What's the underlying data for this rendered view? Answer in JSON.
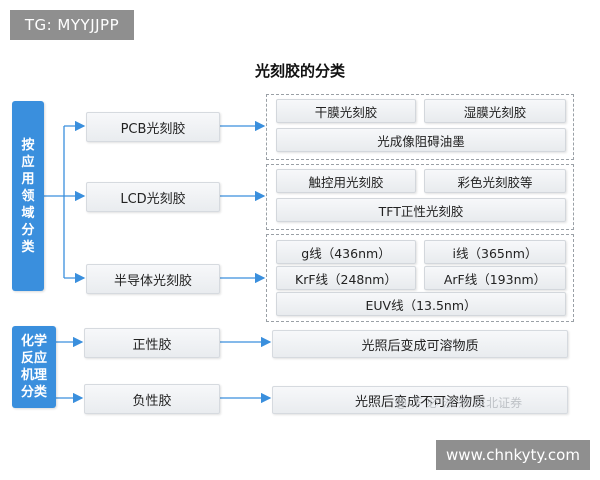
{
  "corner_tag": "TG: MYYJJPP",
  "site_tag": "www.chnkyty.com",
  "title": "光刻胶的分类",
  "watermark": "@ 下 必 沙 宗 东北证券",
  "colors": {
    "category_bg": "#3a8fdd",
    "arrow": "#3a8fdd"
  },
  "categories": {
    "application": "按应用领域分类",
    "chemical": "化学反应机理分类"
  },
  "application_nodes": {
    "pcb": "PCB光刻胶",
    "lcd": "LCD光刻胶",
    "semi": "半导体光刻胶"
  },
  "pcb_items": [
    "干膜光刻胶",
    "湿膜光刻胶",
    "光成像阻碍油墨"
  ],
  "lcd_items": [
    "触控用光刻胶",
    "彩色光刻胶等",
    "TFT正性光刻胶"
  ],
  "semi_items": [
    "g线（436nm）",
    "i线（365nm）",
    "KrF线（248nm）",
    "ArF线（193nm）",
    "EUV线（13.5nm）"
  ],
  "chemical_nodes": {
    "positive": "正性胶",
    "negative": "负性胶"
  },
  "chemical_desc": {
    "positive": "光照后变成可溶物质",
    "negative": "光照后变成不可溶物质"
  }
}
